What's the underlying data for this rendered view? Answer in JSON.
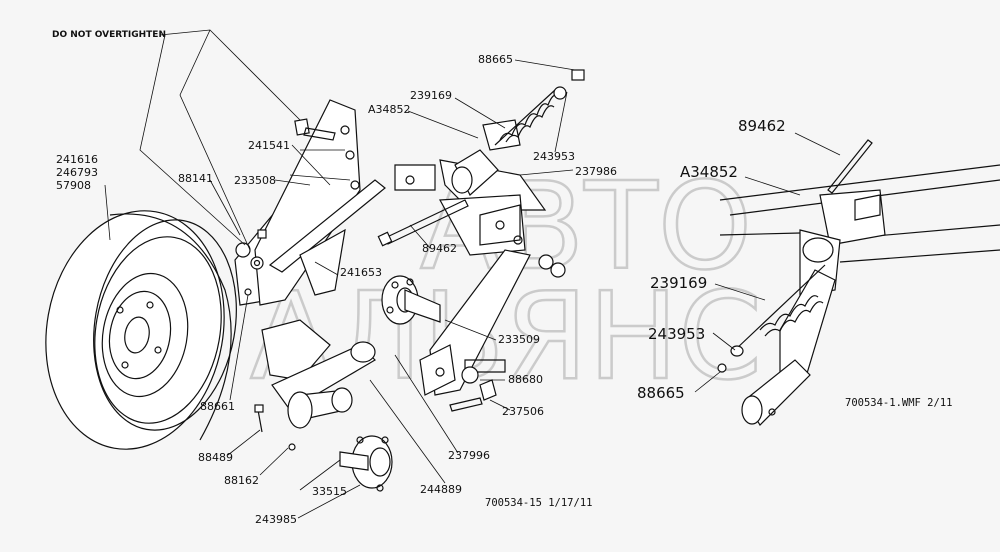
{
  "note": "DO NOT OVERTIGHTEN",
  "labels": {
    "wheel_numbers": [
      "241616",
      "246793",
      "57908"
    ],
    "l_88141": "88141",
    "l_241541": "241541",
    "l_233508": "233508",
    "l_a34852_left": "A34852",
    "l_239169_left": "239169",
    "l_88665_left": "88665",
    "l_243953_left": "243953",
    "l_237986": "237986",
    "l_89462_left": "89462",
    "l_241653": "241653",
    "l_233509": "233509",
    "l_88680": "88680",
    "l_237506": "237506",
    "l_88661": "88661",
    "l_88489": "88489",
    "l_88162": "88162",
    "l_33515": "33515",
    "l_243985": "243985",
    "l_244889": "244889",
    "l_237996": "237996",
    "l_89462_right": "89462",
    "l_a34852_right": "A34852",
    "l_239169_right": "239169",
    "l_243953_right": "243953",
    "l_88665_right": "88665"
  },
  "refs": {
    "left": "700534-15 1/17/11",
    "right": "700534-1.WMF  2/11"
  },
  "watermark": {
    "line1": "АВТО",
    "line2": "АЛЬЯНС"
  }
}
